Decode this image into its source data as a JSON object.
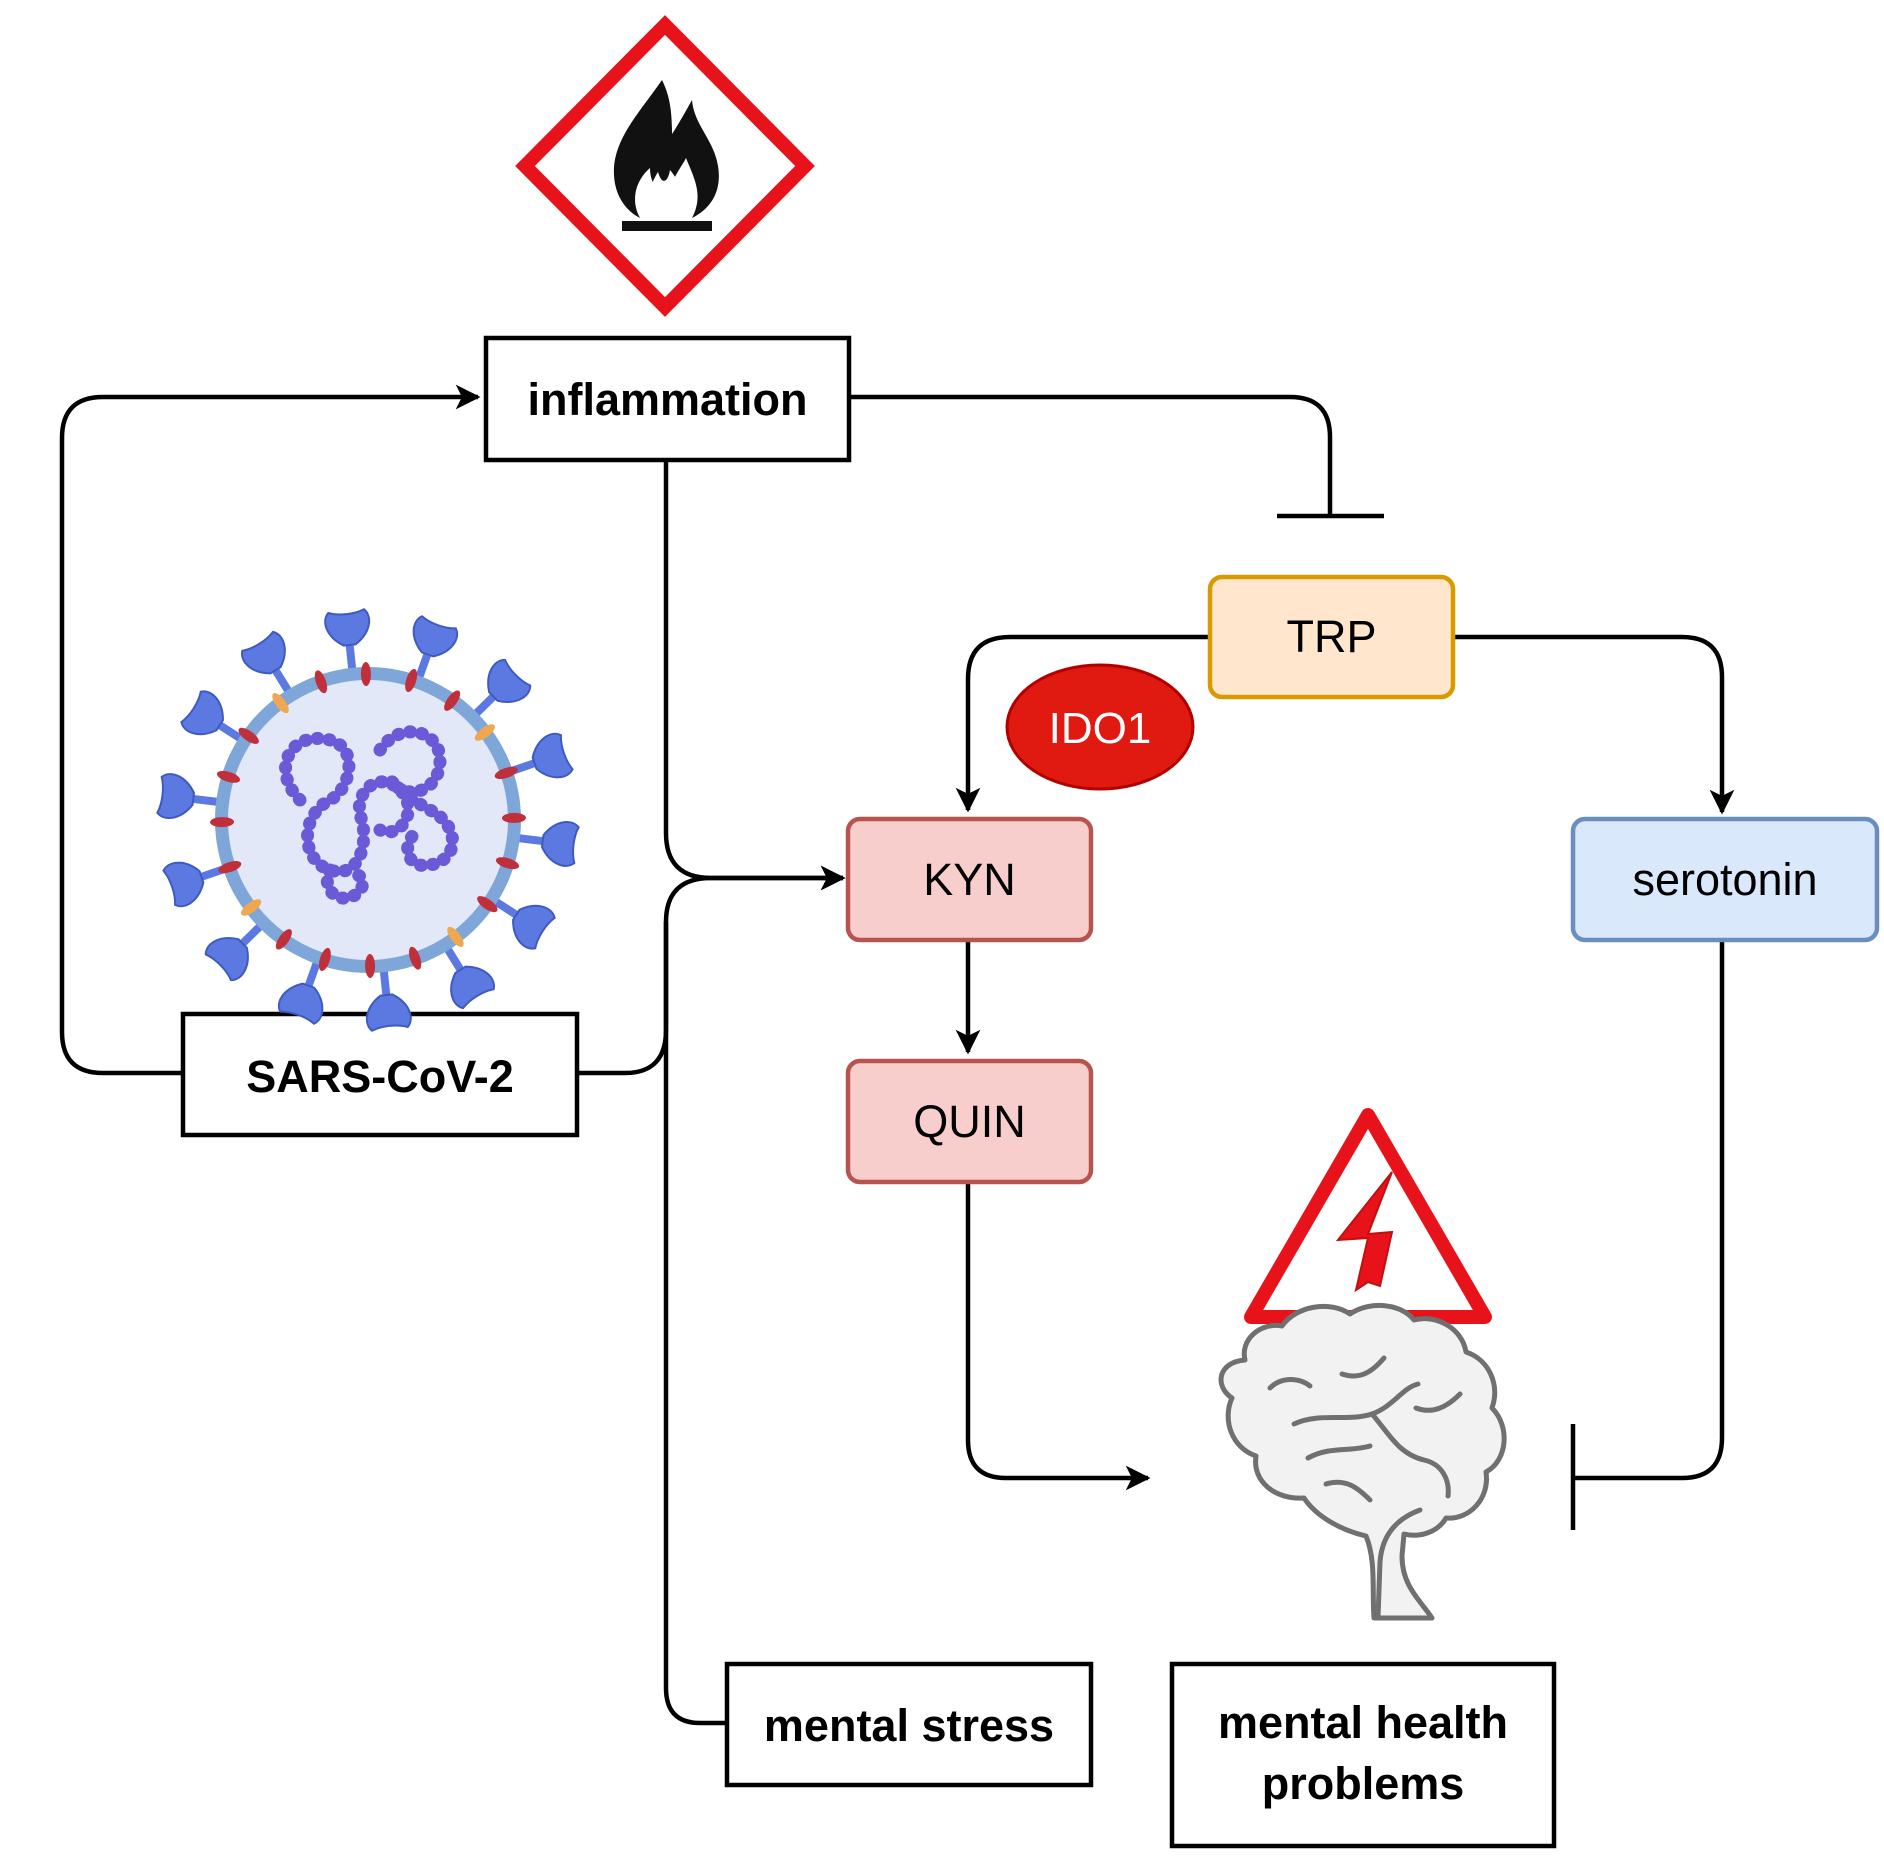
{
  "nodes": {
    "inflammation": "inflammation",
    "sars_cov_2": "SARS-CoV-2",
    "trp": "TRP",
    "ido1": "IDO1",
    "kyn": "KYN",
    "serotonin": "serotonin",
    "quin": "QUIN",
    "mental_stress": "mental stress",
    "mental_health_line1": "mental health",
    "mental_health_line2": "problems"
  },
  "colors": {
    "hazard_red": "#e8131a",
    "trp_fill": "#ffe6cc",
    "trp_stroke": "#d79b00",
    "kyn_fill": "#f8cecc",
    "kyn_stroke": "#b85450",
    "serotonin_fill": "#dae8fc",
    "serotonin_stroke": "#6c8ebf",
    "ido1_fill": "#e01a10",
    "ido1_stroke": "#b20000",
    "virus_spike": "#5b79e0",
    "virus_membrane": "#7ea6d8",
    "virus_interior": "#e3e8f8",
    "virus_protein": "#c0303a",
    "virus_rna": "#6a5ad8",
    "brain_fill": "#f2f2f2",
    "brain_stroke": "#707070"
  },
  "icons": {
    "flame_hazard": "flammable-hazard-icon",
    "electric_hazard": "high-voltage-warning-icon",
    "virus": "coronavirus-icon",
    "brain": "brain-icon"
  }
}
